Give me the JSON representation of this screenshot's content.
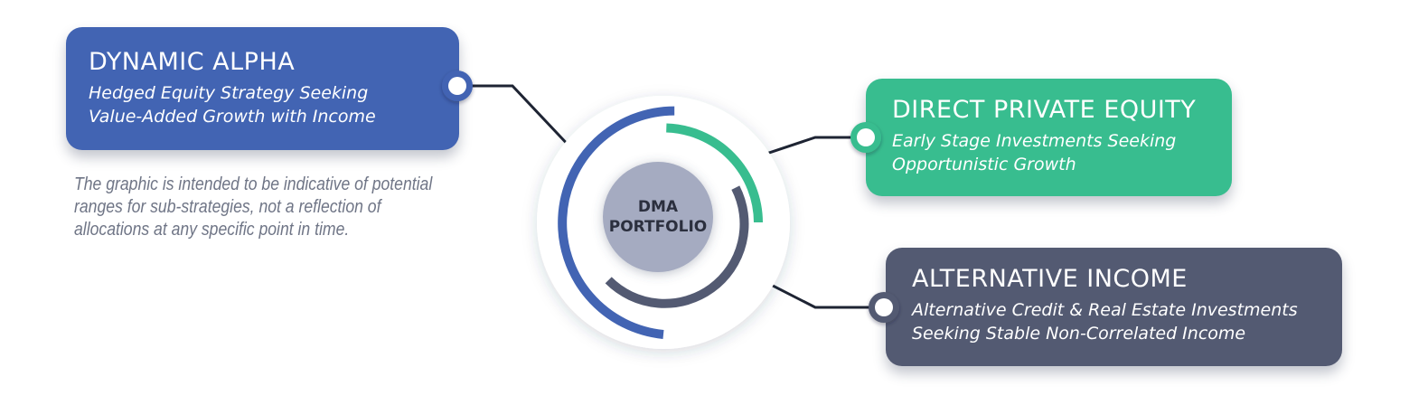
{
  "colors": {
    "dynamic_alpha": "#4264b3",
    "direct_private_equity": "#38bd8f",
    "alternative_income": "#535a72",
    "core": "#a5abc1",
    "connector": "#1e2433",
    "background": "#ffffff"
  },
  "center": {
    "line1": "DMA",
    "line2": "PORTFOLIO"
  },
  "cards": {
    "dynamic_alpha": {
      "title": "DYNAMIC ALPHA",
      "desc_line1": "Hedged Equity Strategy Seeking",
      "desc_line2": "Value-Added Growth with Income"
    },
    "direct_private_equity": {
      "title": "DIRECT PRIVATE EQUITY",
      "desc_line1": "Early Stage Investments Seeking",
      "desc_line2": "Opportunistic Growth"
    },
    "alternative_income": {
      "title": "ALTERNATIVE INCOME",
      "desc_line1": "Alternative Credit & Real Estate Investments",
      "desc_line2": "Seeking Stable Non-Correlated Income"
    }
  },
  "disclaimer": {
    "line1": "The graphic is intended to be indicative of potential",
    "line2": "ranges for sub-strategies, not a reflection of",
    "line3": "allocations at any specific point in time."
  }
}
